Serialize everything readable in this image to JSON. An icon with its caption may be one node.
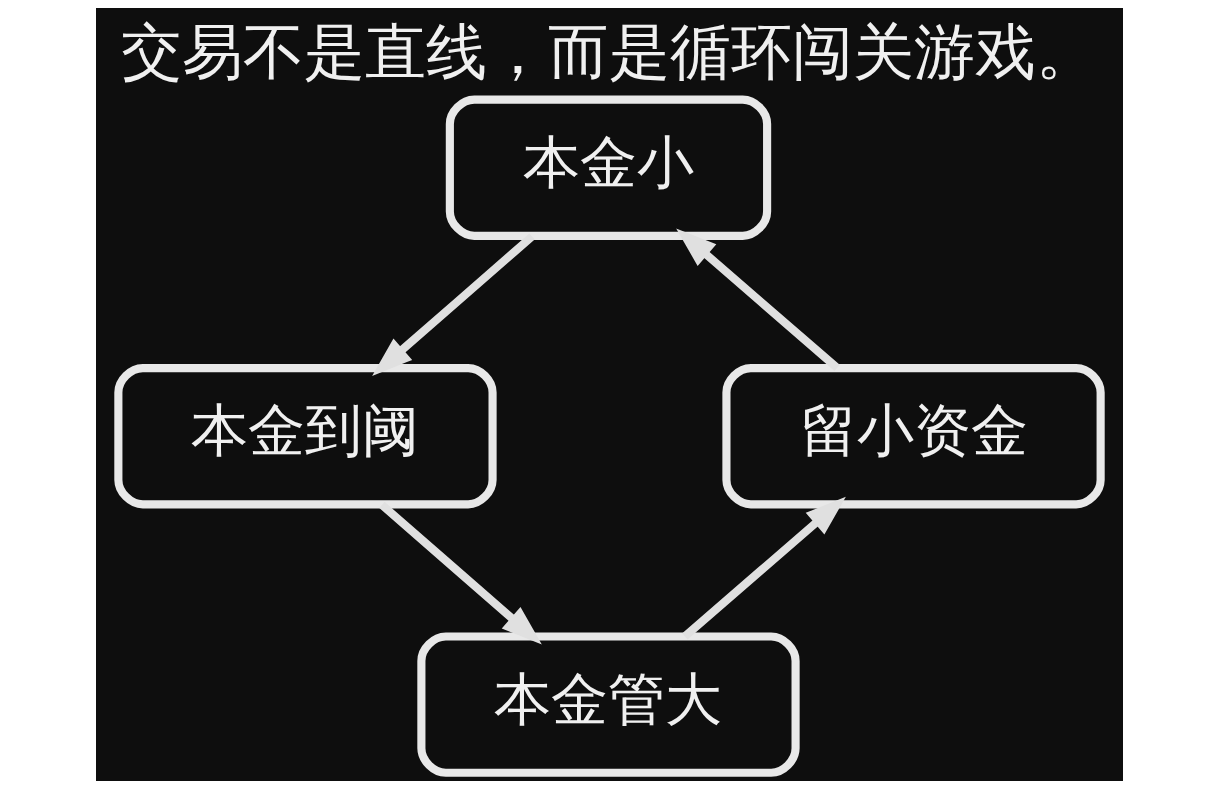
{
  "diagram": {
    "title": "交易不是直线，而是循环闯关游戏。",
    "nodes": [
      {
        "text": [
          "本金小"
        ]
      },
      {
        "text": [
          "本金到阈"
        ]
      },
      {
        "text": [
          "本金管大"
        ]
      },
      {
        "text": [
          "留小资金"
        ]
      }
    ],
    "edges": [
      {
        "from": 0,
        "to": 1,
        "arrow": "to"
      },
      {
        "from": 1,
        "to": 2,
        "arrow": "to"
      },
      {
        "from": 2,
        "to": 3,
        "arrow": "to"
      },
      {
        "from": 3,
        "to": 0,
        "arrow": "to"
      }
    ]
  }
}
